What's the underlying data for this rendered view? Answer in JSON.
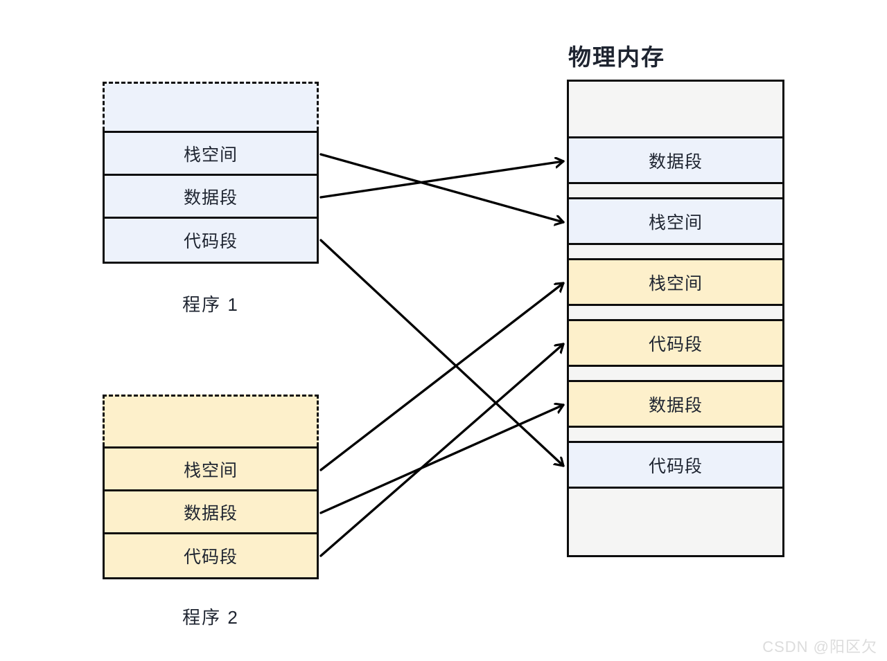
{
  "title": "物理内存",
  "watermark": "CSDN @阳区欠",
  "programs": [
    {
      "id": "program1",
      "label": "程序 1",
      "segments": [
        "栈空间",
        "数据段",
        "代码段"
      ]
    },
    {
      "id": "program2",
      "label": "程序 2",
      "segments": [
        "栈空间",
        "数据段",
        "代码段"
      ]
    }
  ],
  "physical_memory": {
    "rows": [
      {
        "type": "empty"
      },
      {
        "type": "segment",
        "label": "数据段",
        "owner": "program1"
      },
      {
        "type": "gap"
      },
      {
        "type": "segment",
        "label": "栈空间",
        "owner": "program1"
      },
      {
        "type": "gap"
      },
      {
        "type": "segment",
        "label": "栈空间",
        "owner": "program2"
      },
      {
        "type": "gap"
      },
      {
        "type": "segment",
        "label": "代码段",
        "owner": "program2"
      },
      {
        "type": "gap"
      },
      {
        "type": "segment",
        "label": "数据段",
        "owner": "program2"
      },
      {
        "type": "gap"
      },
      {
        "type": "segment",
        "label": "代码段",
        "owner": "program1"
      },
      {
        "type": "empty"
      }
    ]
  },
  "mappings": [
    {
      "program": 0,
      "segment": 0,
      "physical_row": 3
    },
    {
      "program": 0,
      "segment": 1,
      "physical_row": 1
    },
    {
      "program": 0,
      "segment": 2,
      "physical_row": 11
    },
    {
      "program": 1,
      "segment": 0,
      "physical_row": 5
    },
    {
      "program": 1,
      "segment": 1,
      "physical_row": 9
    },
    {
      "program": 1,
      "segment": 2,
      "physical_row": 7
    }
  ],
  "colors": {
    "program1_fill": "#edf2fb",
    "program2_fill": "#fdf0cb",
    "empty_fill": "#f5f5f4",
    "border": "#0d0d0d",
    "arrow": "#000000",
    "text": "#1e2430",
    "watermark": "#dcdcdc"
  }
}
